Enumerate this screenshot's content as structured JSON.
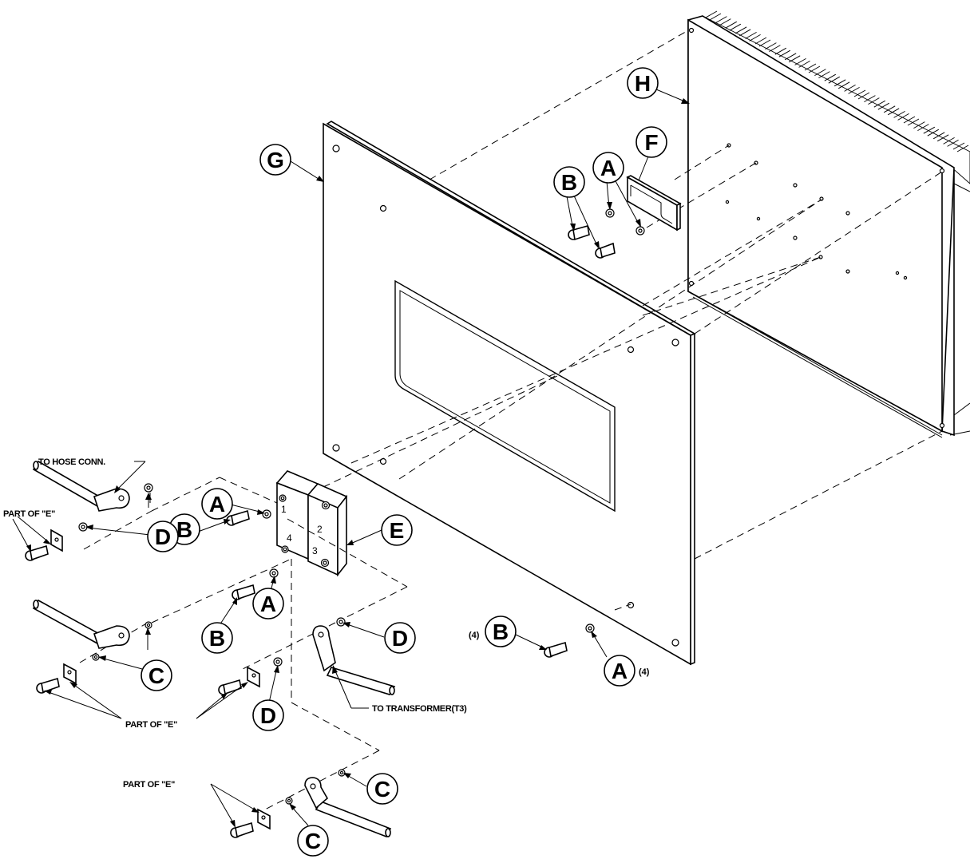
{
  "callouts": {
    "G": "G",
    "H": "H",
    "F": "F",
    "E": "E",
    "A": "A",
    "B": "B",
    "C": "C",
    "D": "D"
  },
  "notes": {
    "to_hose_conn": "TO HOSE CONN.",
    "part_of_e": "PART OF \"E\"",
    "to_transformer": "TO TRANSFORMER(T3)",
    "qty_four": "(4)"
  },
  "terminal_numbers": [
    "1",
    "2",
    "3",
    "4"
  ]
}
